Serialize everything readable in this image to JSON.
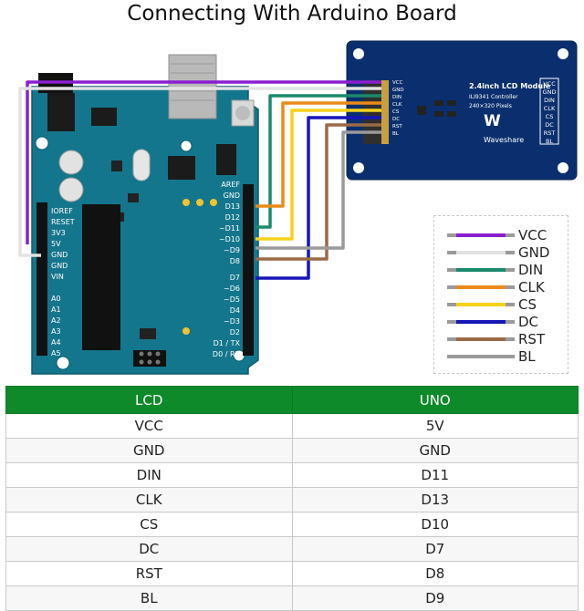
{
  "title": "Connecting With Arduino Board",
  "arduino": {
    "left_pins": [
      "IOREF",
      "RESET",
      "3V3",
      "5V",
      "GND",
      "GND",
      "VIN"
    ],
    "analog_pins": [
      "A0",
      "A1",
      "A2",
      "A3",
      "A4",
      "A5"
    ],
    "right_pins_top": [
      "AREF",
      "GND",
      "D13",
      "D12",
      "~D11",
      "~D10",
      "~D9",
      "D8"
    ],
    "right_pins_bottom": [
      "D7",
      "~D6",
      "~D5",
      "D4",
      "~D3",
      "D2",
      "D1 / TX",
      "D0 / RX"
    ]
  },
  "lcd_module": {
    "title": "2.4inch LCD Module",
    "controller": "ILI9341 Controller",
    "resolution": "240×320 Pixels",
    "brand": "Waveshare",
    "pins": [
      "VCC",
      "GND",
      "DIN",
      "CLK",
      "CS",
      "DC",
      "RST",
      "BL"
    ]
  },
  "legend": [
    {
      "label": "VCC",
      "color": "#8a1fd0"
    },
    {
      "label": "GND",
      "color": "#e2e2e2"
    },
    {
      "label": "DIN",
      "color": "#1a8a6c"
    },
    {
      "label": "CLK",
      "color": "#ea8a1a"
    },
    {
      "label": "CS",
      "color": "#f4d21c"
    },
    {
      "label": "DC",
      "color": "#1616b8"
    },
    {
      "label": "RST",
      "color": "#9a6a46"
    },
    {
      "label": "BL",
      "color": "#9a9a9a"
    }
  ],
  "table": {
    "headers": [
      "LCD",
      "UNO"
    ],
    "rows": [
      [
        "VCC",
        "5V"
      ],
      [
        "GND",
        "GND"
      ],
      [
        "DIN",
        "D11"
      ],
      [
        "CLK",
        "D13"
      ],
      [
        "CS",
        "D10"
      ],
      [
        "DC",
        "D7"
      ],
      [
        "RST",
        "D8"
      ],
      [
        "BL",
        "D9"
      ]
    ]
  }
}
